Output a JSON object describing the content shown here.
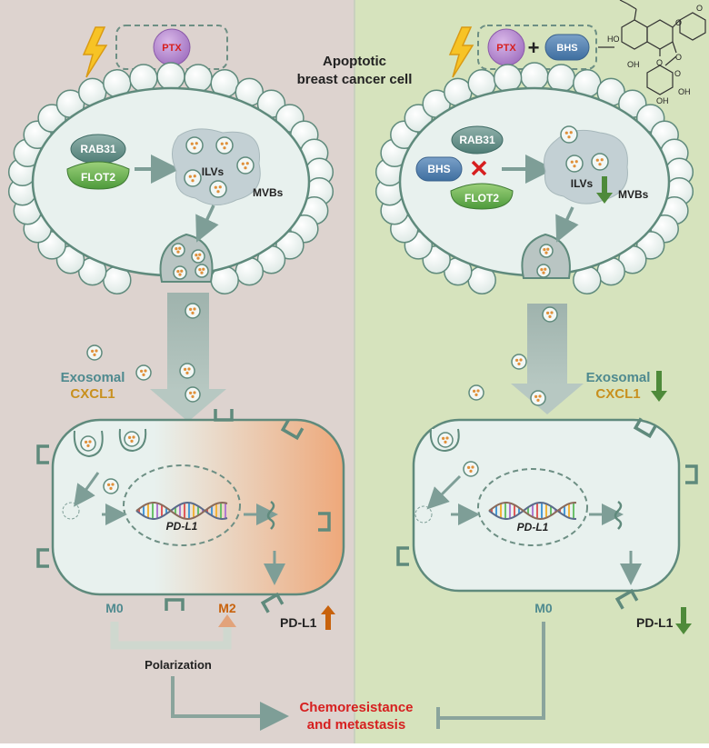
{
  "top_caption": {
    "line1": "Apoptotic",
    "line2": "breast cancer cell"
  },
  "left": {
    "drug": "PTX",
    "rab31": "RAB31",
    "flot2": "FLOT2",
    "ilvs": "ILVs",
    "mvbs": "MVBs",
    "exosomal": "Exosomal",
    "cxcl1": "CXCL1",
    "pdl1_gene": "PD-L1",
    "m0": "M0",
    "m2": "M2",
    "pdl1": "PD-L1",
    "polarization": "Polarization"
  },
  "right": {
    "drug": "PTX",
    "plus": "+",
    "bhs": "BHS",
    "rab31": "RAB31",
    "bhs_inner": "BHS",
    "flot2": "FLOT2",
    "ilvs": "ILVs",
    "mvbs": "MVBs",
    "exosomal": "Exosomal",
    "cxcl1": "CXCL1",
    "pdl1_gene": "PD-L1",
    "m0": "M0",
    "pdl1": "PD-L1"
  },
  "outcome": {
    "line1": "Chemoresistance",
    "line2": "and metastasis"
  },
  "molecule": {
    "ho1": "HO",
    "ho2": "OH",
    "o1": "O",
    "o2": "O",
    "o3": "O",
    "o4": "O",
    "oh1": "OH",
    "oh2": "OH",
    "oh3": "OH",
    "methyl": "O"
  },
  "colors": {
    "left_bg": "#ddd3cf",
    "right_bg": "#d6e3bd",
    "cell_fill": "#e8f1ee",
    "cell_stroke": "#5f8a7c",
    "teal": "#4f8a8f",
    "gold": "#c8901e",
    "red": "#d61f1f",
    "orange": "#c8620c",
    "arrow_gray": "#8aa49c",
    "green_arrow": "#4e8a3a"
  }
}
